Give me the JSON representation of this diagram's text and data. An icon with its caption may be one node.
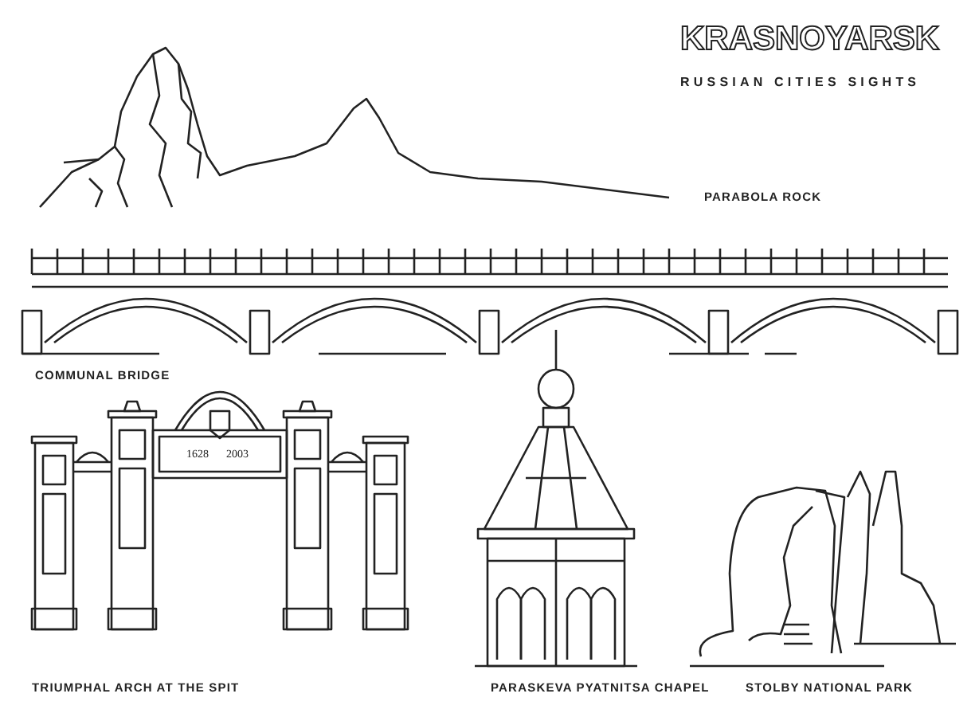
{
  "diagram": {
    "title": "KRASNOYARSK",
    "labels": [
      "RUSSIAN CITIES SIGHTS",
      "PARABOLA ROCK",
      "COMMUNAL BRIDGE",
      "1628",
      "2003",
      "TRIUMPHAL ARCH AT THE SPIT",
      "PARASKEVA PYATNITSA CHAPEL",
      "STOLBY NATIONAL PARK"
    ]
  }
}
